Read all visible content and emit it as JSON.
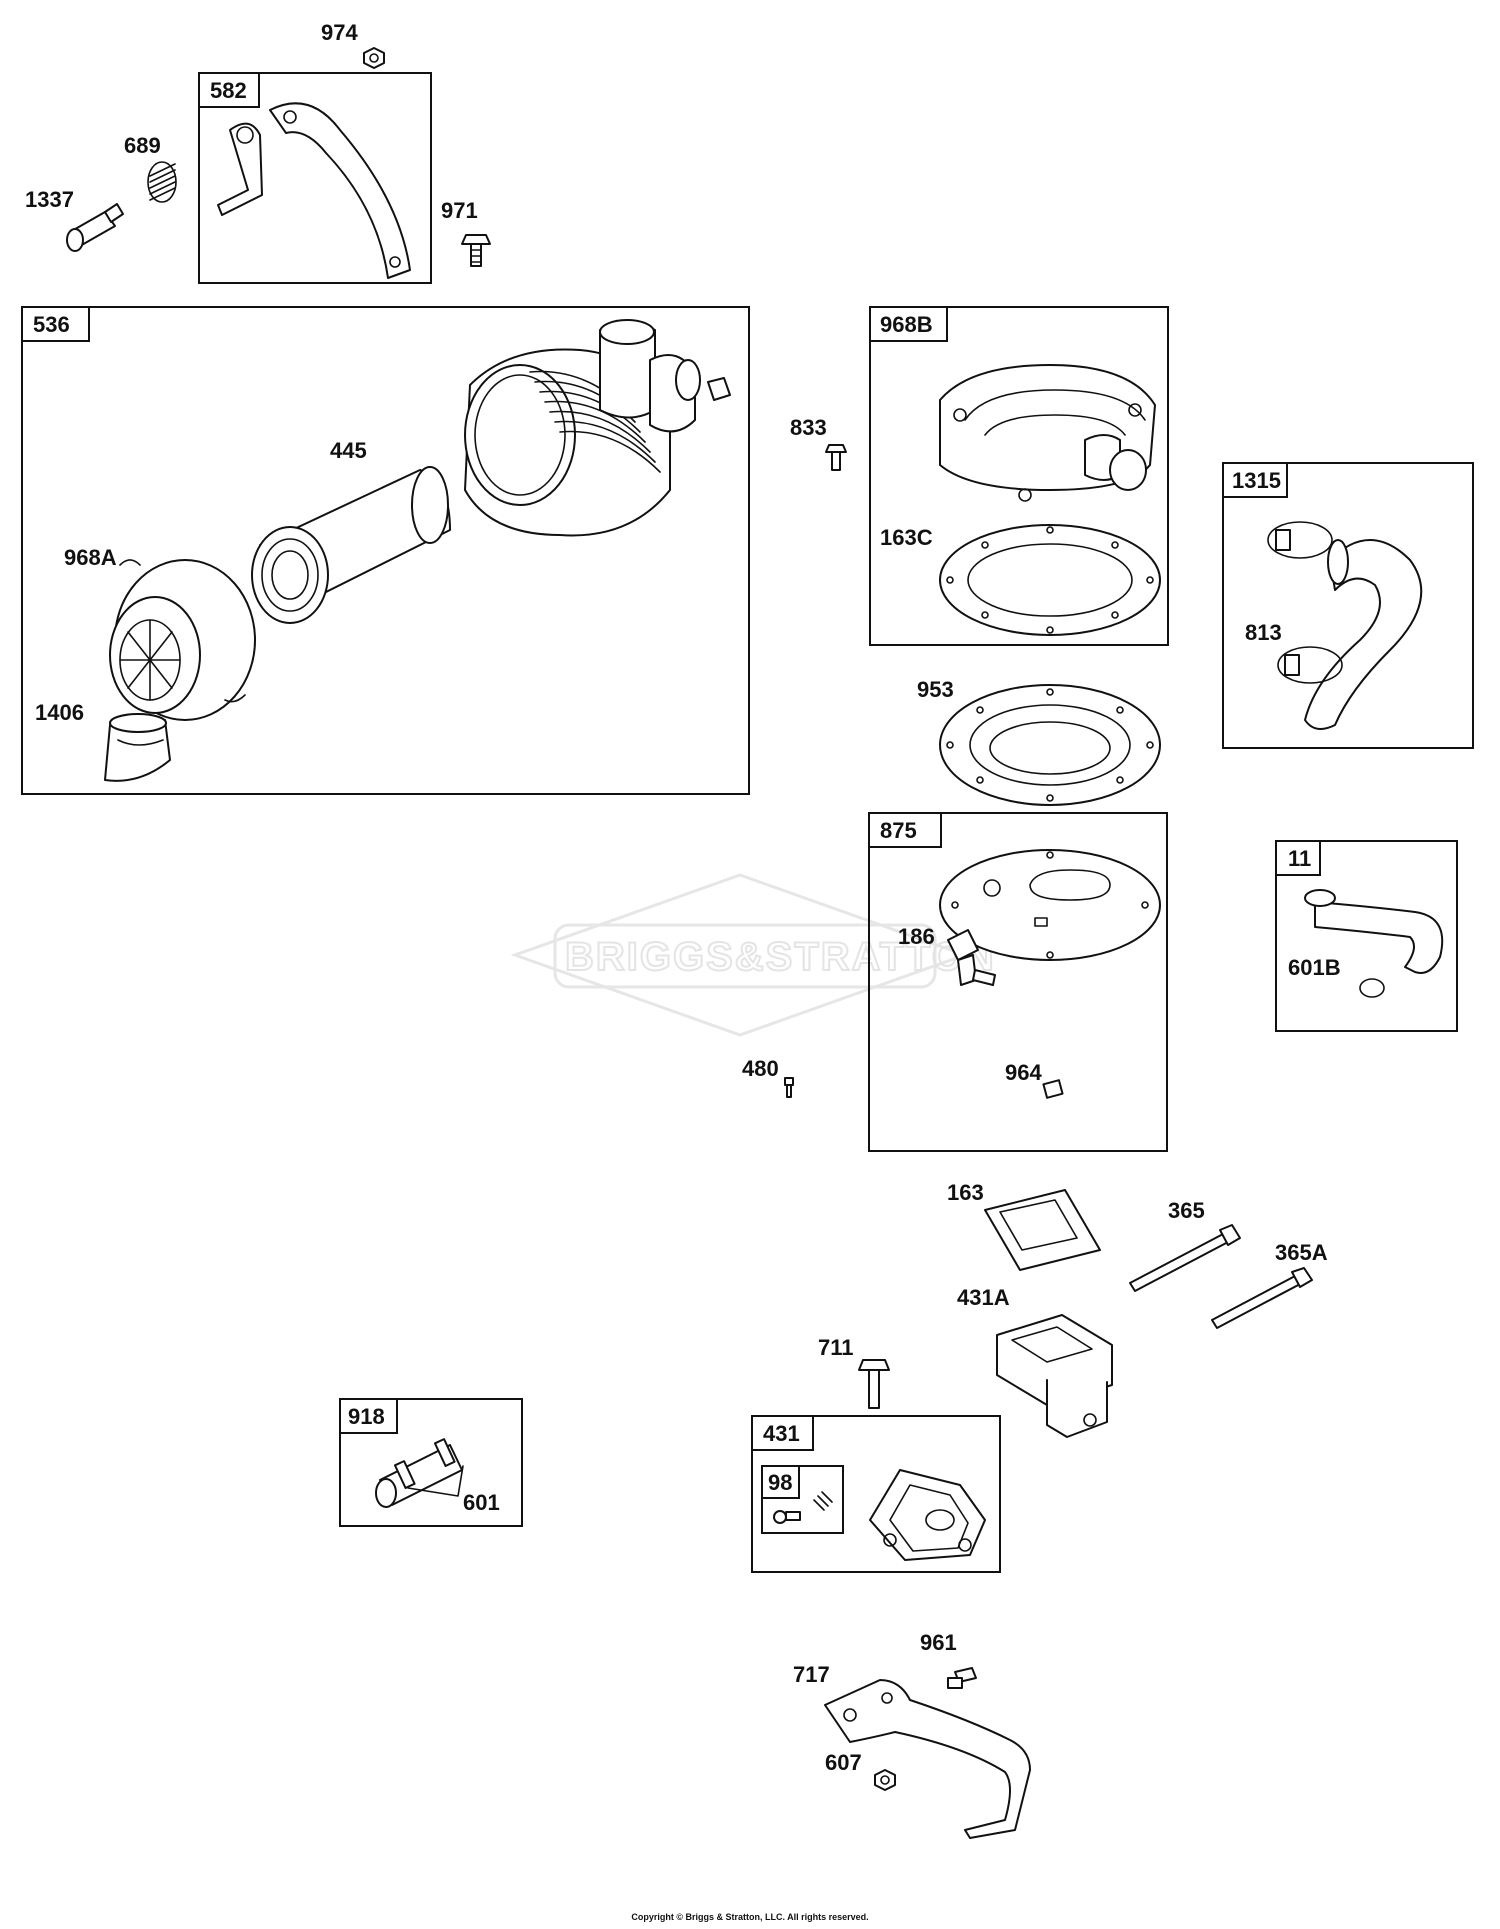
{
  "watermark": "BRIGGS&STRATTON",
  "copyright": "Copyright © Briggs & Stratton, LLC. All rights reserved.",
  "boxes": {
    "b582": "582",
    "b536": "536",
    "b968B": "968B",
    "b1315": "1315",
    "b875": "875",
    "b11": "11",
    "b918": "918",
    "b431": "431",
    "b98": "98"
  },
  "labels": {
    "l974": "974",
    "l689": "689",
    "l1337": "1337",
    "l971": "971",
    "l445": "445",
    "l968A": "968A",
    "l1406": "1406",
    "l833": "833",
    "l163C": "163C",
    "l813": "813",
    "l953": "953",
    "l186": "186",
    "l601B": "601B",
    "l480": "480",
    "l964": "964",
    "l163": "163",
    "l365": "365",
    "l365A": "365A",
    "l431A": "431A",
    "l711": "711",
    "l601": "601",
    "l961": "961",
    "l717": "717",
    "l607": "607"
  }
}
